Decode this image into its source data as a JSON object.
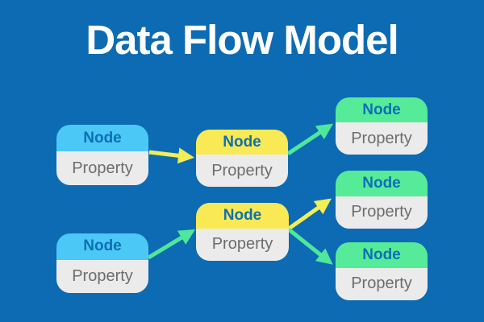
{
  "title": "Data Flow Model",
  "colors": {
    "background": "#0c6bb3",
    "title_text": "#ffffff",
    "header_blue": "#4bc8f5",
    "header_yellow": "#f9e954",
    "header_green": "#55eb99",
    "node_body_bg": "#ebebeb",
    "node_label_text": "#0e6fb4",
    "property_label_text": "#6d6d6d",
    "arrow_yellow": "#f2ee55",
    "arrow_green": "#4fe79a"
  },
  "nodes": [
    {
      "id": "left-top",
      "header_label": "Node",
      "body_label": "Property",
      "header_color": "blue"
    },
    {
      "id": "left-bottom",
      "header_label": "Node",
      "body_label": "Property",
      "header_color": "blue"
    },
    {
      "id": "mid-top",
      "header_label": "Node",
      "body_label": "Property",
      "header_color": "yellow"
    },
    {
      "id": "mid-bottom",
      "header_label": "Node",
      "body_label": "Property",
      "header_color": "yellow"
    },
    {
      "id": "right-top",
      "header_label": "Node",
      "body_label": "Property",
      "header_color": "green"
    },
    {
      "id": "right-middle",
      "header_label": "Node",
      "body_label": "Property",
      "header_color": "green"
    },
    {
      "id": "right-bottom",
      "header_label": "Node",
      "body_label": "Property",
      "header_color": "green"
    }
  ],
  "edges": [
    {
      "from": "left-top",
      "to": "mid-top",
      "color": "yellow"
    },
    {
      "from": "mid-top",
      "to": "right-top",
      "color": "green"
    },
    {
      "from": "left-bottom",
      "to": "mid-bottom",
      "color": "green"
    },
    {
      "from": "mid-bottom",
      "to": "right-middle",
      "color": "yellow"
    },
    {
      "from": "mid-bottom",
      "to": "right-bottom",
      "color": "green"
    }
  ]
}
